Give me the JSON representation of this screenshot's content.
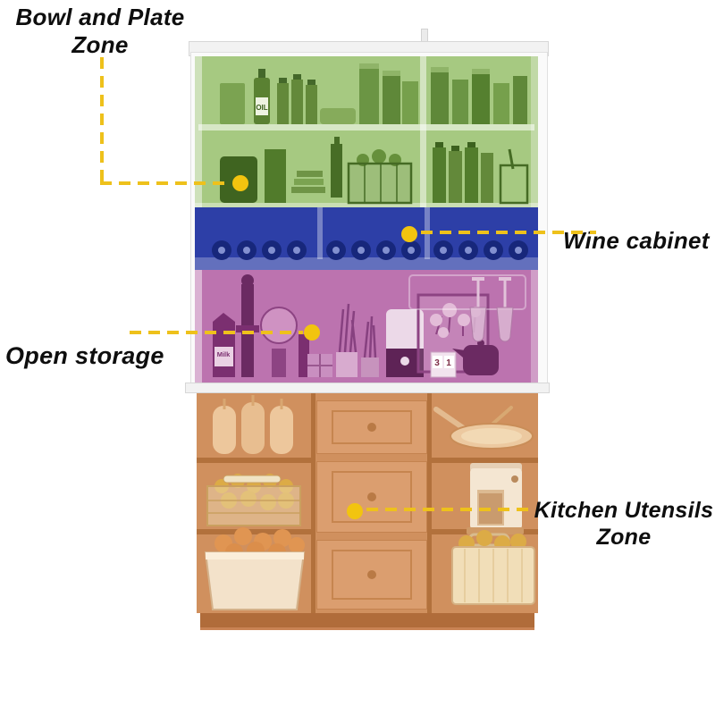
{
  "title": "Kitchen cabinet storage zones diagram",
  "background": "#ffffff",
  "callout": {
    "line_color": "#eec11b",
    "dot_color": "#f2c40f",
    "label_color": "#0e0e0e"
  },
  "annotations": {
    "bowl_plate": {
      "line1": "Bowl and Plate",
      "line2": "Zone"
    },
    "wine": {
      "label": "Wine cabinet"
    },
    "open_storage": {
      "label": "Open storage"
    },
    "kitchen": {
      "line1": "Kitchen Utensils",
      "line2": "Zone"
    }
  },
  "zones": {
    "bowl_and_plate": {
      "name": "Bowl and Plate Zone",
      "overlay_color": "#a6c981",
      "shelf_rows": 2
    },
    "wine_cabinet": {
      "name": "Wine cabinet",
      "overlay_color": "#2d3fa7",
      "bottle_slots": 12,
      "compartments": 3
    },
    "open_storage": {
      "name": "Open storage",
      "overlay_color": "#bc73af"
    },
    "kitchen_utensils": {
      "name": "Kitchen Utensils Zone",
      "overlay_color": "#d0905e",
      "drawers": 3
    }
  },
  "photo_text": {
    "oil_bottle": "OIL",
    "milk_carton": "Milk",
    "calendar_left": "3",
    "calendar_right": "1"
  }
}
